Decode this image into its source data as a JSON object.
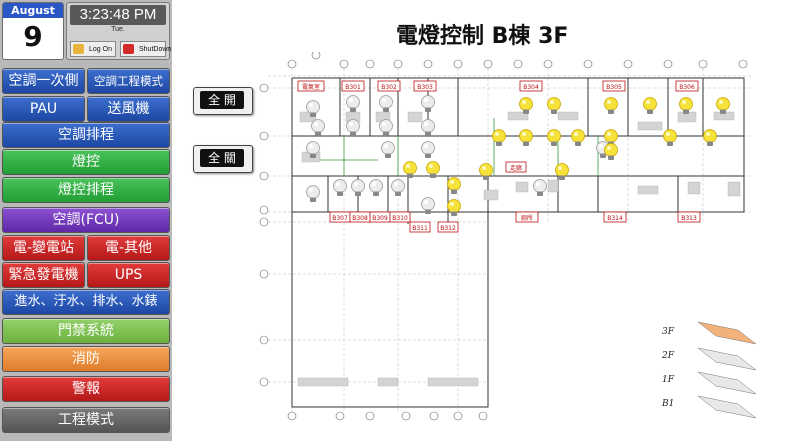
{
  "date": {
    "month": "August",
    "day": "9",
    "weekday": "Tue."
  },
  "clock": {
    "time": "3:23:48 PM"
  },
  "session": {
    "logon_label": "Log On",
    "shutdown_label": "ShutDown"
  },
  "nav": {
    "ac_primary": "空調一次側",
    "ac_engineering": "空調工程模式",
    "pau": "PAU",
    "ventilator": "送風機",
    "ac_schedule": "空調排程",
    "lighting": "燈控",
    "lighting_schedule": "燈控排程",
    "ac_fcu": "空調(FCU)",
    "substation": "電-變電站",
    "elec_other": "電-其他",
    "generator": "緊急發電機",
    "ups": "UPS",
    "water": "進水、汙水、排水、水錶",
    "access": "門禁系統",
    "fire": "消防",
    "alarm": "警報",
    "engineering": "工程模式"
  },
  "controls": {
    "all_on_label": "全 開",
    "all_off_label": "全 關"
  },
  "page": {
    "title": "電燈控制 B棟 3F"
  },
  "rooms": {
    "r_elec": "電氣室",
    "r301": "B301",
    "r302": "B302",
    "r303": "B303",
    "r304": "B304",
    "r305": "B305",
    "r306": "B306",
    "r307": "B307",
    "r308": "B308",
    "r309": "B309",
    "r310": "B310",
    "r311": "B311",
    "r312": "B312",
    "r_corr": "走廊",
    "r_wc": "廁所",
    "r314": "B314",
    "r313": "B313"
  },
  "floor_legend": {
    "f3": "3F",
    "f2": "2F",
    "f1": "1F",
    "b1": "B1"
  },
  "colors": {
    "bulb_on": "#f6e23a",
    "bulb_off": "#e6e6e6",
    "room_label": "#b11111",
    "nav_blue": "#2a56c6"
  }
}
